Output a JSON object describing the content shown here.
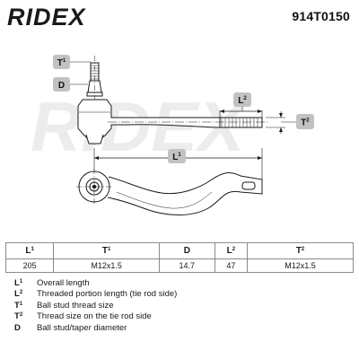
{
  "brand": {
    "name": "RIDEX",
    "watermark": "RIDEX"
  },
  "part_number": "914T0150",
  "callouts": {
    "t1": {
      "letter": "T",
      "sup": "1"
    },
    "d": {
      "letter": "D",
      "sup": ""
    },
    "l2": {
      "letter": "L",
      "sup": "2"
    },
    "t2": {
      "letter": "T",
      "sup": "2"
    },
    "l1": {
      "letter": "L",
      "sup": "1"
    }
  },
  "specs": {
    "headers": [
      {
        "letter": "L",
        "sup": "1"
      },
      {
        "letter": "T",
        "sup": "1"
      },
      {
        "letter": "D",
        "sup": ""
      },
      {
        "letter": "L",
        "sup": "2"
      },
      {
        "letter": "T",
        "sup": "2"
      }
    ],
    "values": [
      "205",
      "M12x1.5",
      "14.7",
      "47",
      "M12x1.5"
    ]
  },
  "legend": [
    {
      "letter": "L",
      "sup": "1",
      "text": "Overall length"
    },
    {
      "letter": "L",
      "sup": "2",
      "text": "Threaded portion length (tie rod side)"
    },
    {
      "letter": "T",
      "sup": "1",
      "text": "Ball stud thread size"
    },
    {
      "letter": "T",
      "sup": "2",
      "text": "Thread size on the tie rod side"
    },
    {
      "letter": "D",
      "sup": "",
      "text": "Ball stud/taper diameter"
    }
  ],
  "colors": {
    "callout_fill": "#c2c2c2",
    "line": "#1a1a1a",
    "watermark": "#ececec",
    "table_border": "#8a8a8a"
  }
}
